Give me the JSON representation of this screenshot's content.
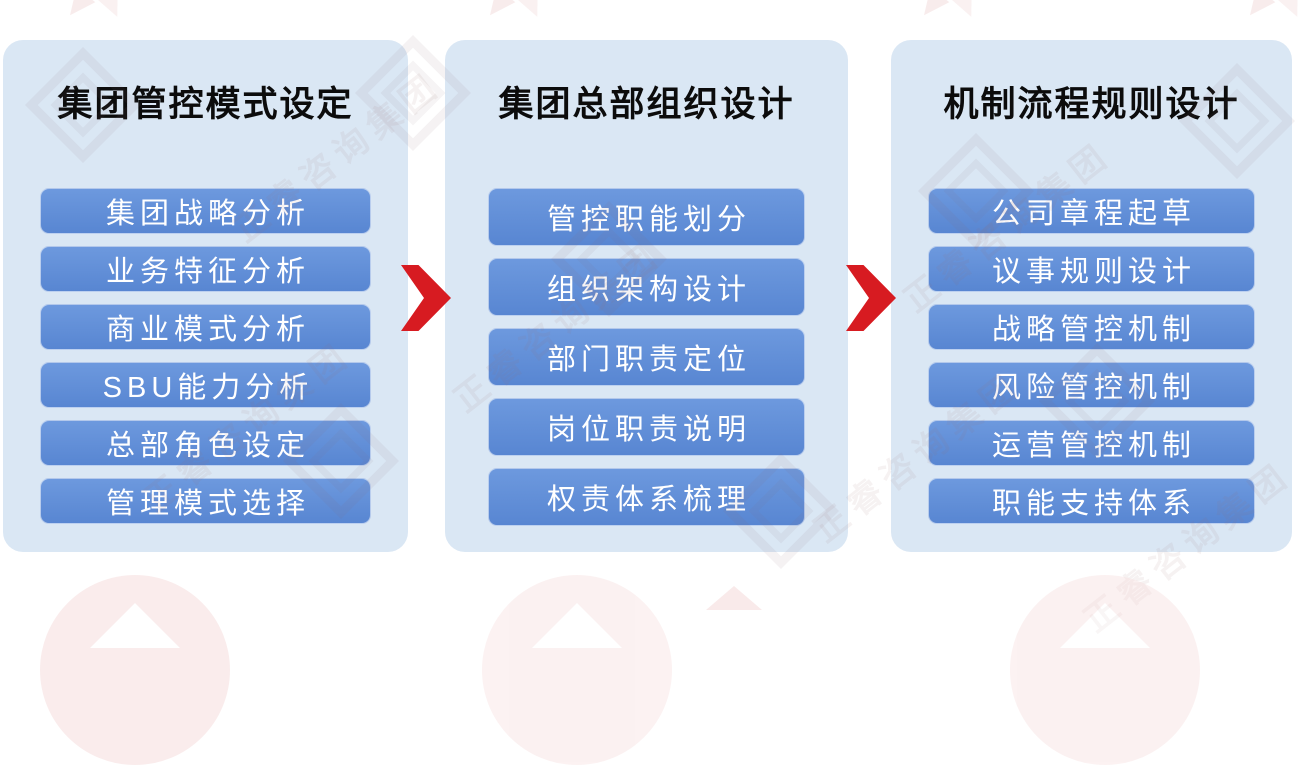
{
  "colors": {
    "arrow_red": "#d71b21",
    "button_blue": "#5f8dd8",
    "panel_blue": "#dae7f4",
    "title_color": "#0c0c0c",
    "button_text": "#ffffff"
  },
  "watermark": {
    "text": "正睿咨询集团"
  },
  "columns": [
    {
      "title": "集团管控模式设定",
      "items": [
        "集团战略分析",
        "业务特征分析",
        "商业模式分析",
        "SBU能力分析",
        "总部角色设定",
        "管理模式选择"
      ]
    },
    {
      "title": "集团总部组织设计",
      "items": [
        "管控职能划分",
        "组织架构设计",
        "部门职责定位",
        "岗位职责说明",
        "权责体系梳理"
      ]
    },
    {
      "title": "机制流程规则设计",
      "items": [
        "公司章程起草",
        "议事规则设计",
        "战略管控机制",
        "风险管控机制",
        "运营管控机制",
        "职能支持体系"
      ]
    }
  ]
}
